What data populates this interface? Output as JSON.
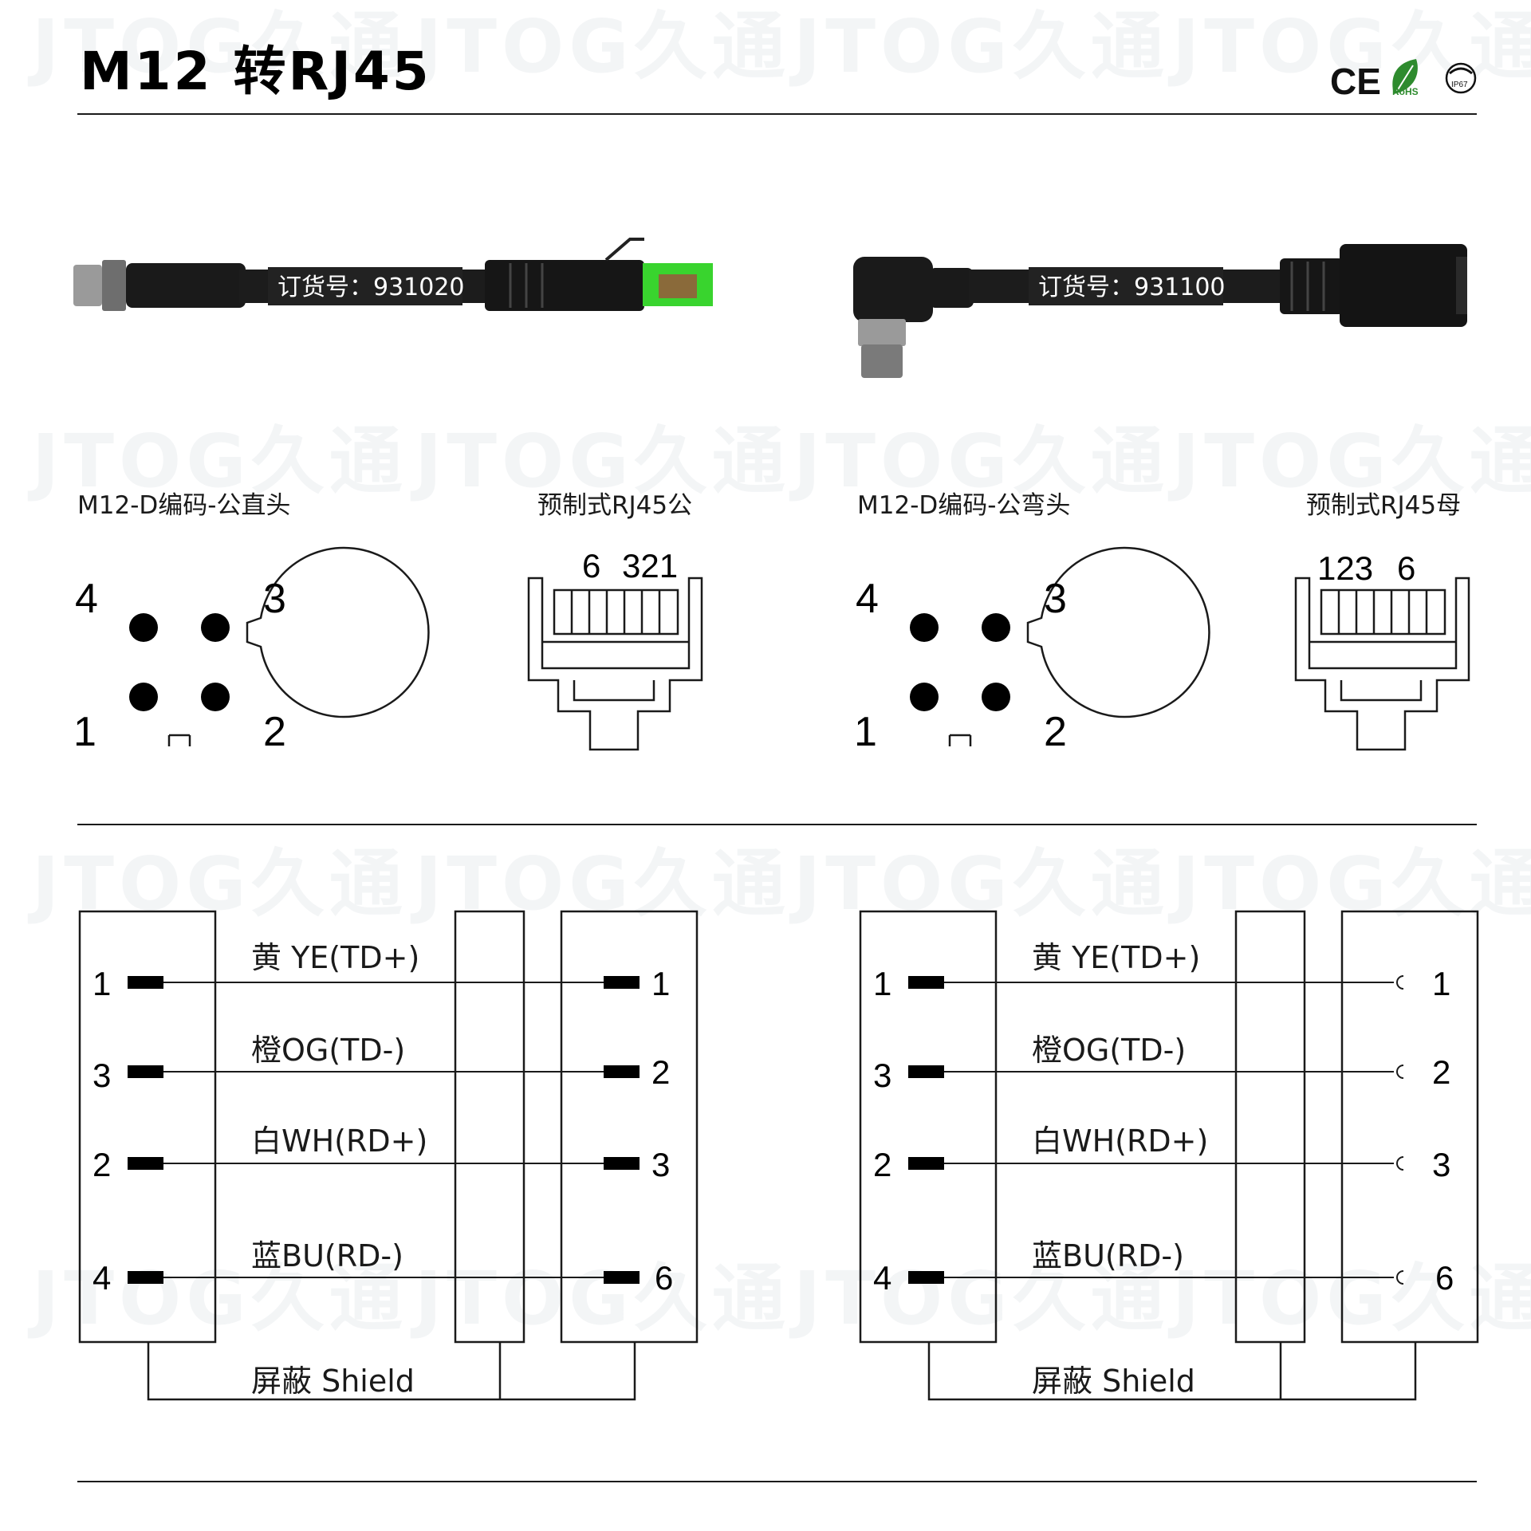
{
  "title": "M12 转RJ45",
  "certs": {
    "ce": "CE",
    "rohs": "RoHS",
    "ip": "IP67"
  },
  "watermark": "JTOG久通",
  "products": [
    {
      "order_label": "订货号：931020"
    },
    {
      "order_label": "订货号：931100"
    }
  ],
  "connectors": {
    "left_m12": "M12-D编码-公直头",
    "left_rj45": "预制式RJ45公",
    "right_m12": "M12-D编码-公弯头",
    "right_rj45": "预制式RJ45母"
  },
  "m12_pins": {
    "tl": "4",
    "tr": "3",
    "bl": "1",
    "br": "2"
  },
  "rj45_left_pins": {
    "a": "6",
    "b": "321"
  },
  "rj45_right_pins": {
    "a": "123",
    "b": "6"
  },
  "wiring": [
    {
      "m12_pin": "1",
      "rj45_pin": "1",
      "label": "黄 YE(TD+)"
    },
    {
      "m12_pin": "3",
      "rj45_pin": "2",
      "label": "橙OG(TD-)"
    },
    {
      "m12_pin": "2",
      "rj45_pin": "3",
      "label": "白WH(RD+)"
    },
    {
      "m12_pin": "4",
      "rj45_pin": "6",
      "label": "蓝BU(RD-)"
    }
  ],
  "shield_label": "屏蔽 Shield",
  "colors": {
    "line": "#1a1a1a",
    "cable": "#1c1c1c",
    "rj45_boot_green": "#39d42e",
    "rohs_green": "#2e8b2e"
  }
}
